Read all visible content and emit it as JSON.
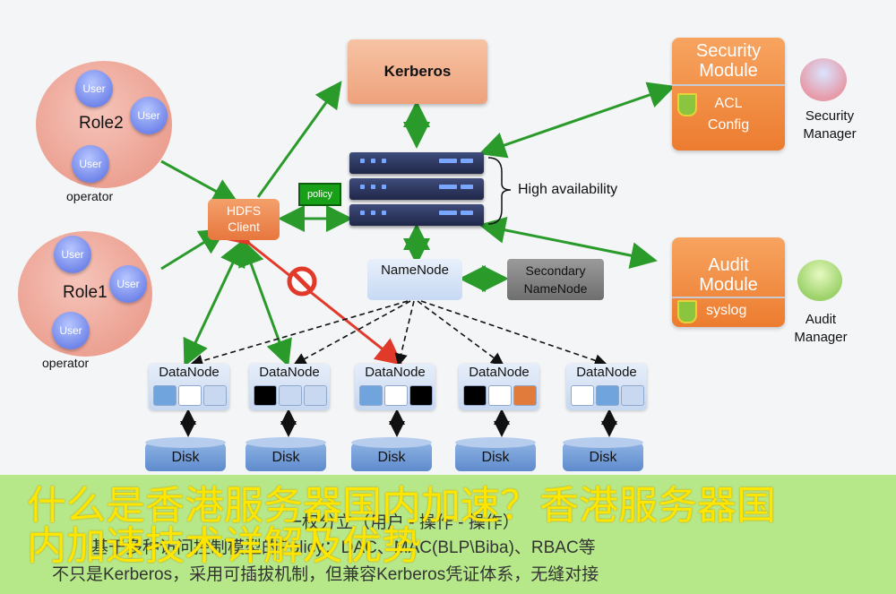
{
  "diagram": {
    "roles": [
      {
        "label": "Role2",
        "operator": "operator",
        "users": [
          "User",
          "User",
          "User"
        ]
      },
      {
        "label": "Role1",
        "operator": "operator",
        "users": [
          "User",
          "User",
          "User"
        ]
      }
    ],
    "kerberos": "Kerberos",
    "hdfs_client": [
      "HDFS",
      "Client"
    ],
    "policy": "policy",
    "high_availability": "High availability",
    "namenode": "NameNode",
    "secondary_namenode": [
      "Secondary",
      "NameNode"
    ],
    "security_module": {
      "title": [
        "Security",
        "Module"
      ],
      "lines": [
        "ACL",
        "Config"
      ]
    },
    "security_manager": [
      "Security",
      "Manager"
    ],
    "audit_module": {
      "title": [
        "Audit",
        "Module"
      ],
      "lines": [
        "syslog"
      ]
    },
    "audit_manager": [
      "Audit",
      "Manager"
    ],
    "datanodes": [
      {
        "label": "DataNode",
        "disk": "Disk",
        "blocks": [
          "#6fa4dd",
          "#ffffff",
          "#c7d8f0"
        ]
      },
      {
        "label": "DataNode",
        "disk": "Disk",
        "blocks": [
          "#000000",
          "#c7d8f0",
          "#c7d8f0"
        ]
      },
      {
        "label": "DataNode",
        "disk": "Disk",
        "blocks": [
          "#6fa4dd",
          "#ffffff",
          "#000000"
        ]
      },
      {
        "label": "DataNode",
        "disk": "Disk",
        "blocks": [
          "#000000",
          "#ffffff",
          "#e07b3c"
        ]
      },
      {
        "label": "DataNode",
        "disk": "Disk",
        "blocks": [
          "#ffffff",
          "#6fa4dd",
          "#c7d8f0"
        ]
      }
    ]
  },
  "banner": {
    "overlay_title_line1": "什么是香港服务器国内加速？香港服务器国",
    "overlay_title_line2": "内加速技术详解及优势",
    "line1": "一权分立（用户 - 操作 - 操作）",
    "line2": "基于多种访问控制模型的Policy：DAC、MAC(BLP\\Biba)、RBAC等",
    "line3": "不只是Kerberos，采用可插拔机制，但兼容Kerberos凭证体系，无缝对接"
  },
  "colors": {
    "arrow_green": "#2a9a2a",
    "arrow_red": "#e23a2a",
    "banner_bg": "#b6e88a",
    "overlay_text": "#ffe600"
  }
}
